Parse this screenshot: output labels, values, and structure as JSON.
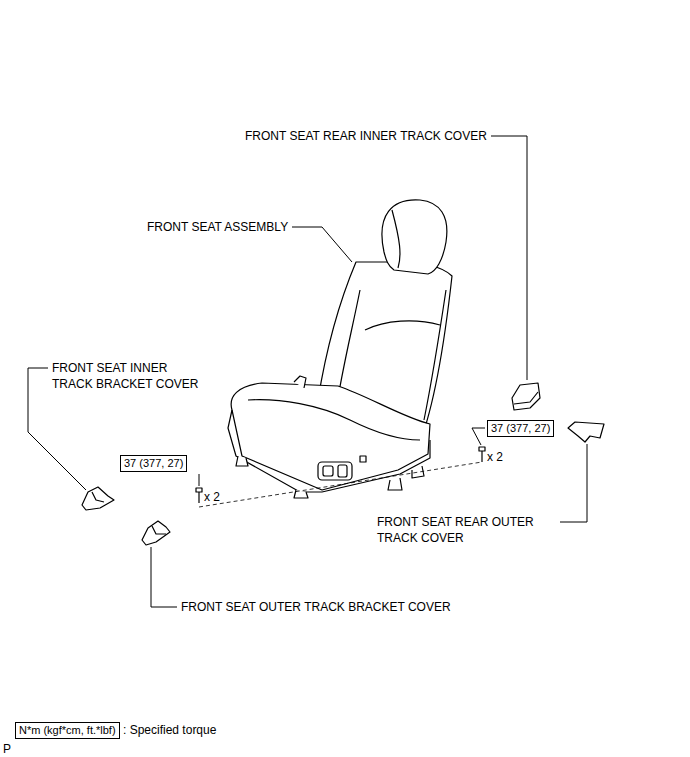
{
  "diagram": {
    "nodes": [
      {
        "text": [
          "37 (377, 27)"
        ]
      },
      {
        "text": [
          "37 (377, 27)"
        ]
      },
      {
        "text": [
          "N*m (kgf*cm, ft.*lbf)"
        ]
      }
    ],
    "labels": [
      "FRONT SEAT REAR INNER TRACK COVER",
      "FRONT SEAT ASSEMBLY",
      "FRONT SEAT INNER TRACK BRACKET COVER",
      "x 2",
      "x 2",
      "FRONT SEAT REAR OUTER TRACK COVER",
      "FRONT SEAT OUTER TRACK BRACKET COVER",
      ": Specified torque",
      "P"
    ]
  }
}
